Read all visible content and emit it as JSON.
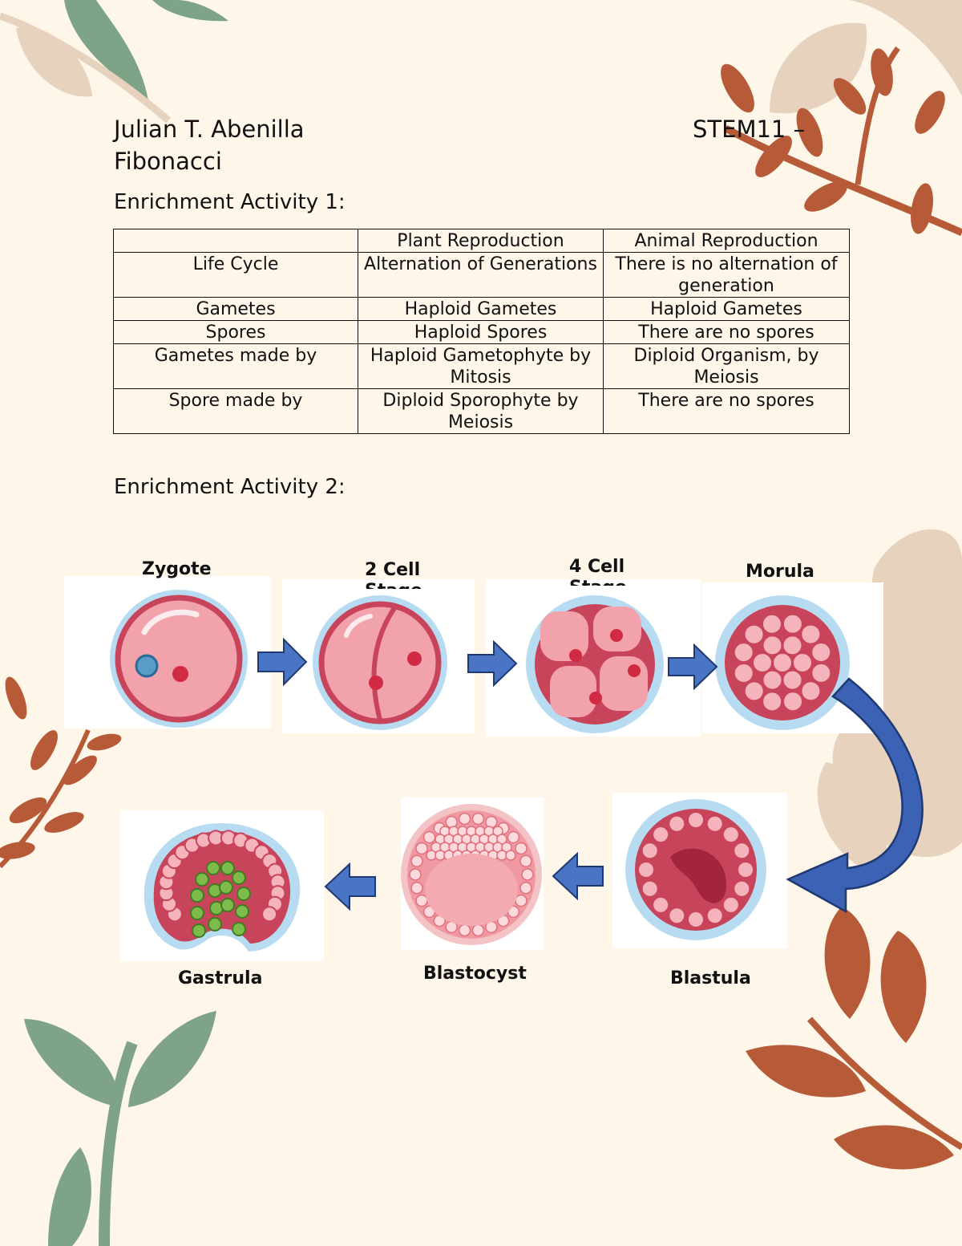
{
  "header": {
    "student_name": "Julian T. Abenilla",
    "section_line1": "STEM11 –",
    "section_line2": "Fibonacci"
  },
  "activity1": {
    "title": "Enrichment Activity 1:",
    "columns": [
      "",
      "Plant Reproduction",
      "Animal Reproduction"
    ],
    "rows": [
      [
        "Life Cycle",
        "Alternation of Generations",
        "There is no alternation of generation"
      ],
      [
        "Gametes",
        "Haploid Gametes",
        "Haploid Gametes"
      ],
      [
        "Spores",
        "Haploid Spores",
        "There are no spores"
      ],
      [
        "Gametes made by",
        "Haploid Gametophyte by Mitosis",
        "Diploid Organism, by Meiosis"
      ],
      [
        "Spore made by",
        "Diploid Sporophyte by Meiosis",
        "There are no spores"
      ]
    ]
  },
  "activity2": {
    "title": "Enrichment Activity 2:",
    "stages": {
      "zygote": "Zygote",
      "two_cell": "2 Cell",
      "two_cell_cut": "Stage",
      "four_cell": "4 Cell",
      "four_cell_cut": "Stage",
      "morula": "Morula",
      "blastula": "Blastula",
      "blastocyst": "Blastocyst",
      "gastrula": "Gastrula"
    }
  },
  "colors": {
    "background": "#fdf6e9",
    "leaf_green": "#7fa387",
    "leaf_rust": "#b65a38",
    "leaf_beige": "#e6d2bd",
    "cell_pink": "#f2a2ab",
    "cell_border": "#c8445a",
    "halo_blue": "#b7dcf1",
    "arrow_blue": "#4a74c4",
    "arrow_outline": "#1f3a73",
    "gastrula_green": "#7dbb4a"
  }
}
